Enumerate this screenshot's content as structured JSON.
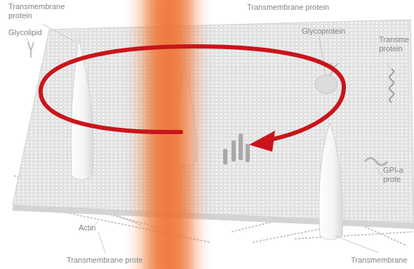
{
  "diagram": {
    "labels": [
      "Transmembrane protein",
      "Glycolipid",
      "Transmembrane protein",
      "Glycoprotein",
      "Transme protein",
      "GPI-a prote",
      "Actin",
      "Transmembrane prote",
      "Transmembrane"
    ]
  }
}
